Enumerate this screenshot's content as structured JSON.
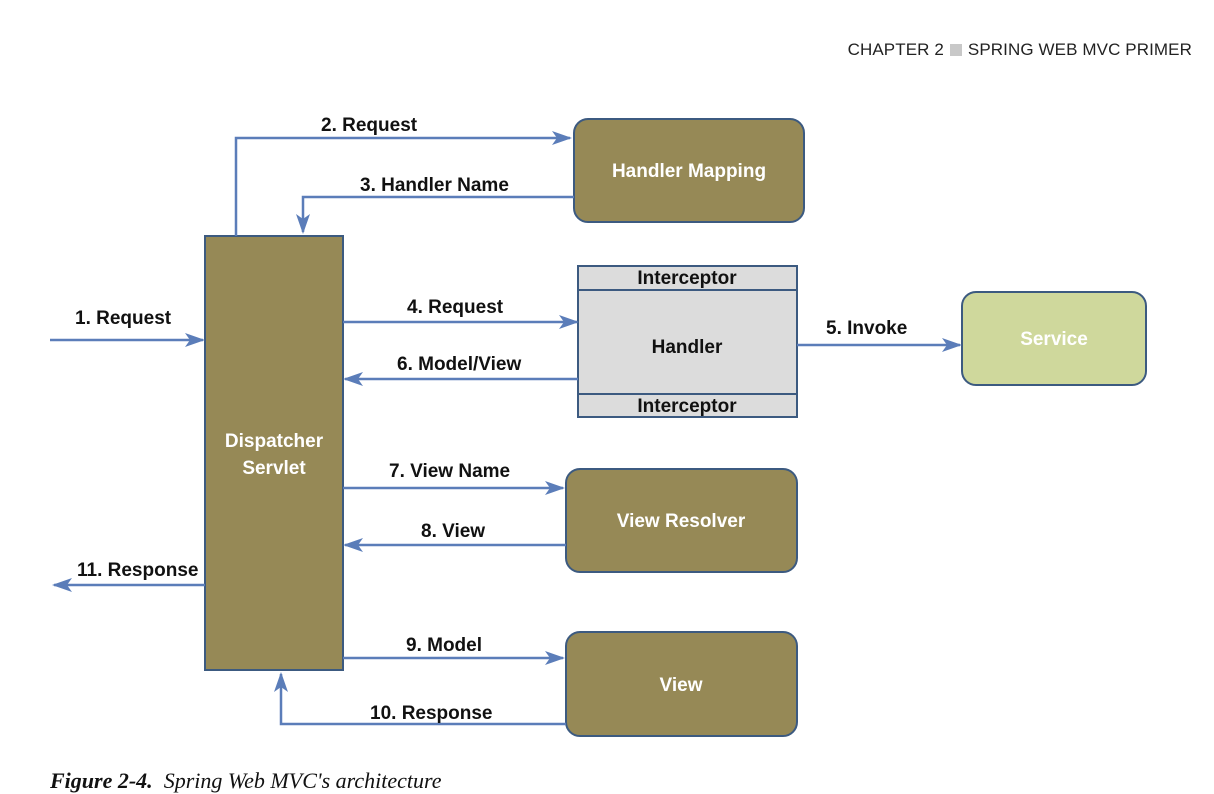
{
  "header": {
    "chapter": "CHAPTER 2",
    "title": "SPRING WEB MVC PRIMER"
  },
  "colors": {
    "box_fill": "#968956",
    "box_stroke": "#3c5a80",
    "service_fill": "#cfd89c",
    "handler_fill": "#dcdcdc",
    "arrow": "#5b7db9"
  },
  "nodes": {
    "dispatcher": [
      "Dispatcher",
      "Servlet"
    ],
    "handler_mapping": "Handler Mapping",
    "interceptor_top": "Interceptor",
    "handler": "Handler",
    "interceptor_bottom": "Interceptor",
    "service": "Service",
    "view_resolver": "View Resolver",
    "view": "View"
  },
  "edges": {
    "e1": "1. Request",
    "e2": "2. Request",
    "e3": "3. Handler Name",
    "e4": "4. Request",
    "e5": "5. Invoke",
    "e6": "6. Model/View",
    "e7": "7. View Name",
    "e8": "8. View",
    "e9": "9. Model",
    "e10": "10. Response",
    "e11": "11. Response"
  },
  "caption": {
    "number": "Figure 2-4.",
    "text": "Spring Web MVC's architecture"
  }
}
